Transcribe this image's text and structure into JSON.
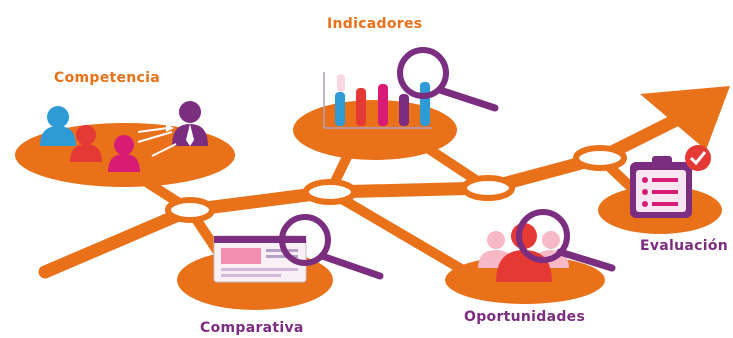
{
  "colors": {
    "orange": "#E8711A",
    "purple": "#7B2D7F",
    "magenta": "#D81B75",
    "red": "#E53935",
    "blue": "#2E9BD6",
    "pink": "#F48FB1"
  },
  "labels": {
    "competencia": "Competencia",
    "indicadores": "Indicadores",
    "comparativa": "Comparativa",
    "oportunidades": "Oportunidades",
    "evaluacion": "Evaluación"
  },
  "icons": {
    "competencia": "people-group-icon",
    "indicadores": "bar-chart-magnifier-icon",
    "comparativa": "document-magnifier-icon",
    "oportunidades": "person-magnifier-icon",
    "evaluacion": "checklist-clipboard-icon"
  }
}
